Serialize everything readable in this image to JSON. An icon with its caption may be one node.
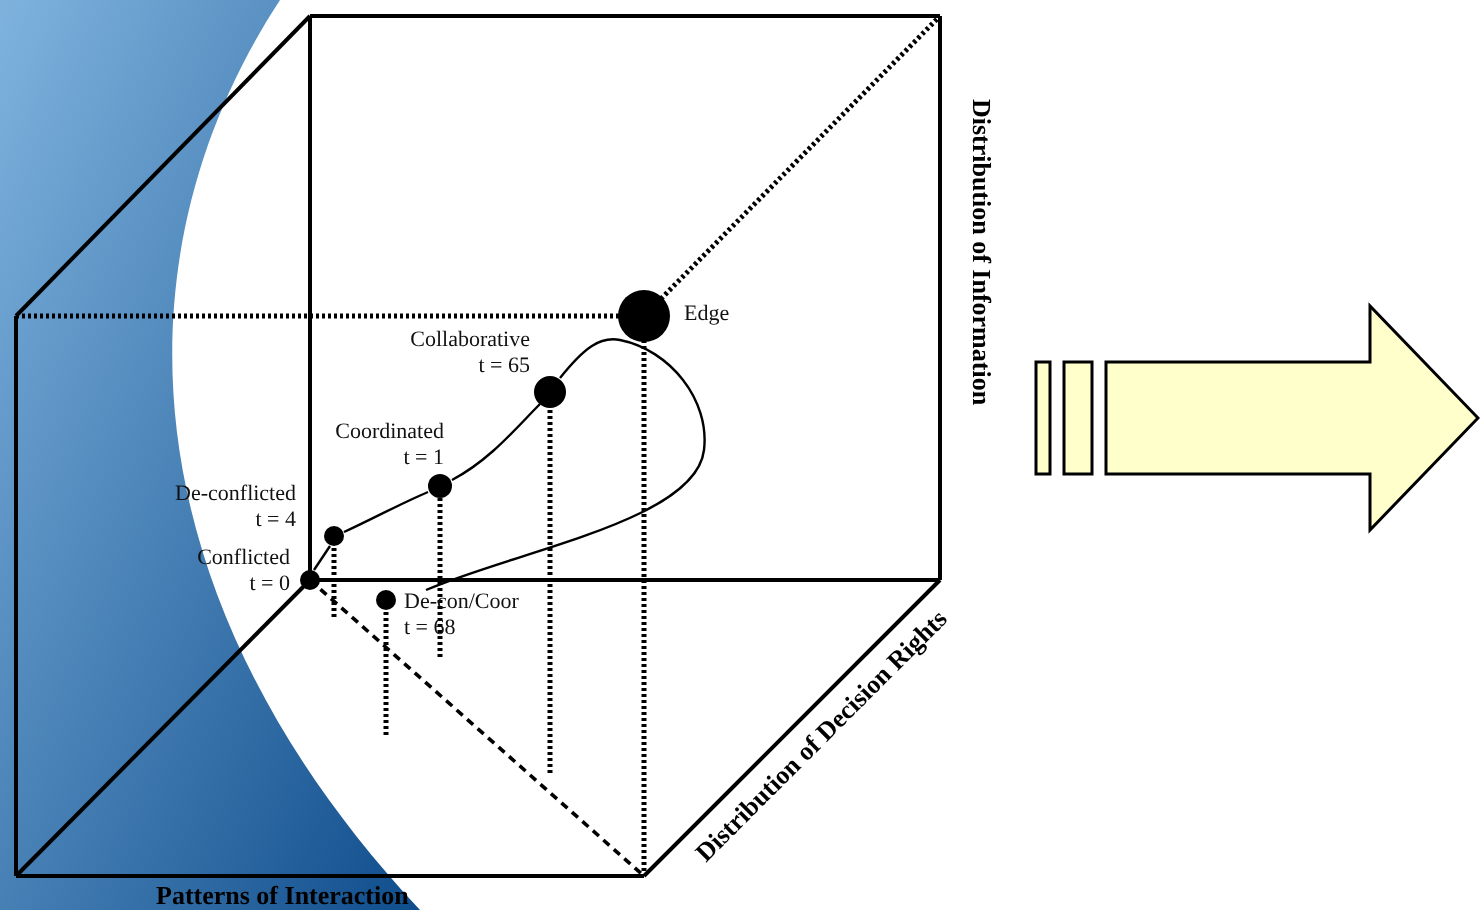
{
  "diagram": {
    "nodes": [
      {
        "text": [],
        "shape": "circle",
        "beside": [
          "Conflicted t = 0"
        ]
      },
      {
        "text": [],
        "shape": "circle",
        "beside": [
          "De-conflicted t = 4"
        ]
      },
      {
        "text": [],
        "shape": "circle",
        "beside": [
          "Coordinated t = 1"
        ]
      },
      {
        "text": [],
        "shape": "circle",
        "beside": [
          "Collaborative t = 65"
        ]
      },
      {
        "text": [],
        "shape": "circle",
        "beside": [
          "De-con/Coor t = 68"
        ]
      },
      {
        "text": [],
        "shape": "circle",
        "beside": [
          "Edge"
        ]
      }
    ],
    "edges": [
      {
        "from": 0,
        "to": 1,
        "arrow": "none"
      },
      {
        "from": 1,
        "to": 2,
        "arrow": "none"
      },
      {
        "from": 2,
        "to": 3,
        "arrow": "none"
      },
      {
        "from": 3,
        "to": 4,
        "arrow": "none"
      }
    ],
    "labels": [
      "Distribution of Information",
      "Distribution of Decision Rights",
      "Patterns of Interaction"
    ]
  }
}
